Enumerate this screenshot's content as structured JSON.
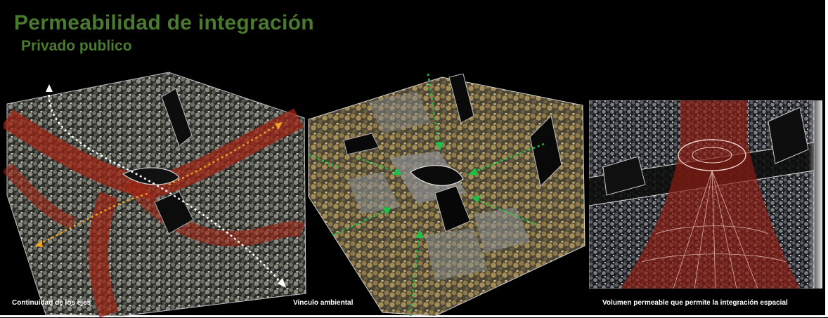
{
  "header": {
    "title": "Permeabilidad de integración",
    "subtitle": "Privado publico"
  },
  "panels": [
    {
      "caption": "Continuidad de los ejes",
      "image": "urban-model-axes"
    },
    {
      "caption": "Vinculo  ambiental",
      "image": "urban-model-environment"
    },
    {
      "caption": "Volumen permeable que permite la integración espacial",
      "image": "urban-model-detail"
    }
  ],
  "colors": {
    "title": "#4a7a2e",
    "background": "#000000",
    "caption": "#ffffff",
    "axis_red": "#b8281a",
    "arrow_orange": "#f0a020",
    "arrow_white": "#ffffff",
    "arrow_green": "#20c048"
  }
}
